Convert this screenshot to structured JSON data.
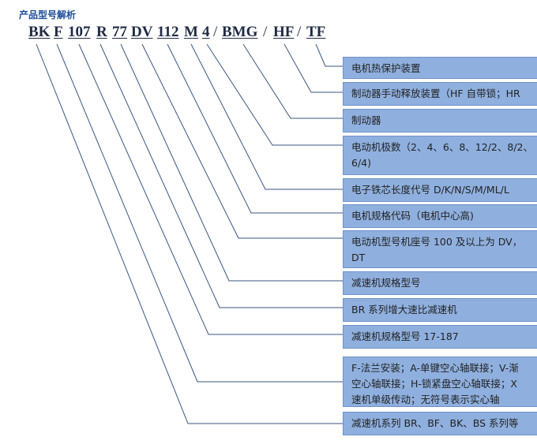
{
  "title": "产品型号解析",
  "code": [
    {
      "text": "BK",
      "underline": true
    },
    {
      "text": "F",
      "underline": true
    },
    {
      "text": "107",
      "underline": true
    },
    {
      "text": "R",
      "underline": true
    },
    {
      "text": "77",
      "underline": true
    },
    {
      "text": "DV",
      "underline": true
    },
    {
      "text": "112",
      "underline": true
    },
    {
      "text": "M",
      "underline": true
    },
    {
      "text": "4",
      "underline": true
    },
    {
      "text": "/",
      "underline": false
    },
    {
      "text": "BMG",
      "underline": true
    },
    {
      "text": "/",
      "underline": false
    },
    {
      "text": "HF",
      "underline": true
    },
    {
      "text": "/",
      "underline": false
    },
    {
      "text": "TF",
      "underline": true
    }
  ],
  "boxes": [
    {
      "lines": [
        "电机热保护装置"
      ]
    },
    {
      "lines": [
        "制动器手动释放装置（HF 自带锁；HR"
      ]
    },
    {
      "lines": [
        "制动器"
      ]
    },
    {
      "lines": [
        "电动机极数（2、4、6、8、12/2、8/2、",
        "6/4)"
      ]
    },
    {
      "lines": [
        "电子铁芯长度代号 D/K/N/S/M/ML/L"
      ]
    },
    {
      "lines": [
        "电机规格代码（电机中心高)"
      ]
    },
    {
      "lines": [
        "电动机型号机座号 100 及以上为 DV，",
        "DT"
      ]
    },
    {
      "lines": [
        "减速机规格型号"
      ]
    },
    {
      "lines": [
        "BR 系列增大速比减速机"
      ]
    },
    {
      "lines": [
        "减速机规格型号 17-187"
      ]
    },
    {
      "lines": [
        "F-法兰安装；A-单键空心轴联接；V-渐",
        "空心轴联接；H-锁紧盘空心轴联接；X",
        "速机单级传动；无符号表示实心轴"
      ]
    },
    {
      "lines": [
        "减速机系列 BR、BF、BK、BS 系列等"
      ]
    }
  ],
  "colors": {
    "box_fill": "#8fb0df",
    "box_border": "#6f93c9",
    "title": "#1f4e9a",
    "line": "#3a5580"
  }
}
